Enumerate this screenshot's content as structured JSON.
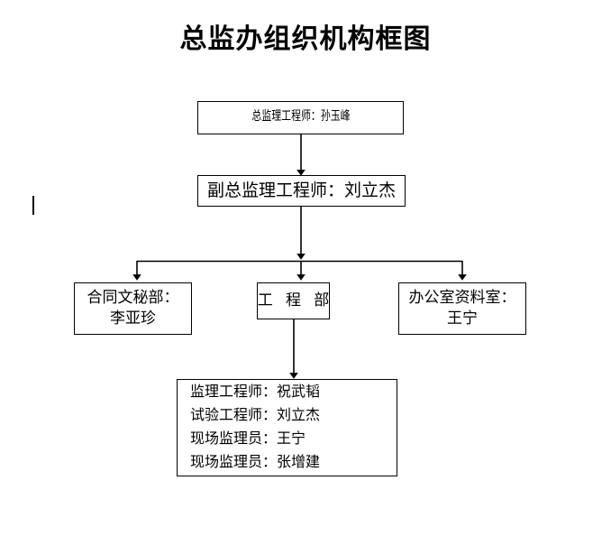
{
  "document": {
    "title": "总监办组织机构框图"
  },
  "chart": {
    "type": "org-chart",
    "nodes": {
      "director": {
        "lines": [
          "总监理工程师：孙玉峰"
        ]
      },
      "deputy": {
        "lines": [
          "副总监理工程师：刘立杰"
        ]
      },
      "contract": {
        "lines": [
          "合同文秘部：",
          "李亚珍"
        ]
      },
      "engineering": {
        "lines": [
          "工 程 部"
        ]
      },
      "office": {
        "lines": [
          "办公室资料室：",
          "王宁"
        ]
      },
      "staff": {
        "lines": [
          "监理工程师：祝武韬",
          "试验工程师：刘立杰",
          "现场监理员：王宁",
          "现场监理员：张增建"
        ]
      }
    },
    "edges": [
      {
        "from": "director",
        "to": "deputy",
        "style": "arrow-down"
      },
      {
        "from": "deputy",
        "to": "bus",
        "style": "arrow-down"
      },
      {
        "from": "bus",
        "to": "contract",
        "style": "arrow-down"
      },
      {
        "from": "bus",
        "to": "engineering",
        "style": "arrow-down"
      },
      {
        "from": "bus",
        "to": "office",
        "style": "arrow-down"
      },
      {
        "from": "engineering",
        "to": "staff",
        "style": "arrow-down"
      }
    ],
    "colors": {
      "line": "#000000",
      "box_border": "#000000",
      "background": "#ffffff",
      "text": "#000000"
    }
  },
  "artifacts": {
    "caret": "|"
  }
}
